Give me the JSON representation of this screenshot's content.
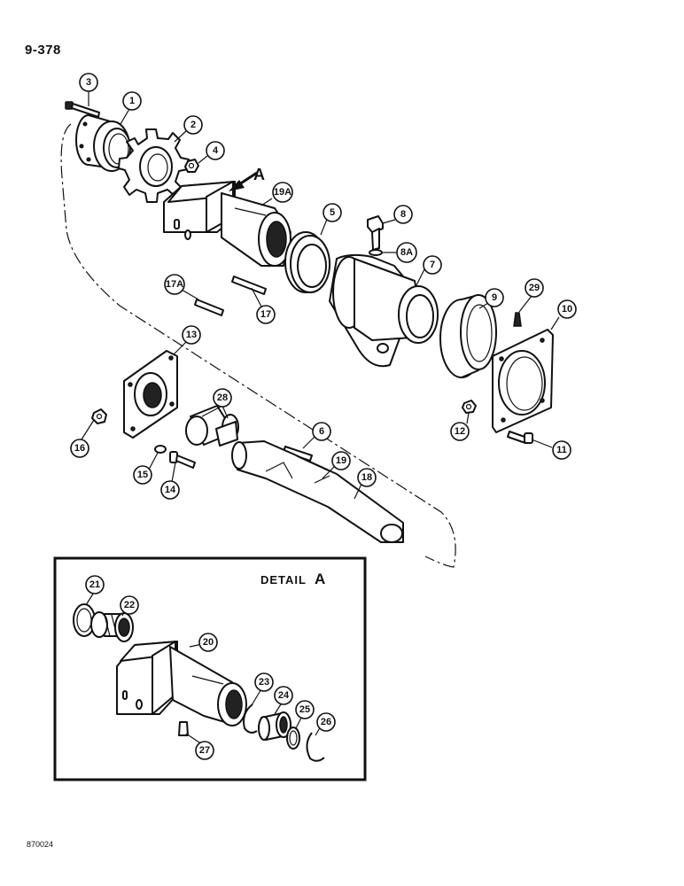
{
  "page_number": "9-378",
  "reference_code": "870024",
  "view_arrow_label": "A",
  "detail": {
    "title": "DETAIL",
    "letter": "A"
  },
  "callouts": {
    "c1": "1",
    "c2": "2",
    "c3": "3",
    "c4": "4",
    "c5": "5",
    "c6": "6",
    "c7": "7",
    "c8": "8",
    "c8A": "8A",
    "c9": "9",
    "c10": "10",
    "c11": "11",
    "c12": "12",
    "c13": "13",
    "c14": "14",
    "c15": "15",
    "c16": "16",
    "c17": "17",
    "c17A": "17A",
    "c18": "18",
    "c19": "19",
    "c19A": "19A",
    "c20": "20",
    "c21": "21",
    "c22": "22",
    "c23": "23",
    "c24": "24",
    "c25": "25",
    "c26": "26",
    "c27": "27",
    "c28": "28",
    "c29": "29"
  }
}
